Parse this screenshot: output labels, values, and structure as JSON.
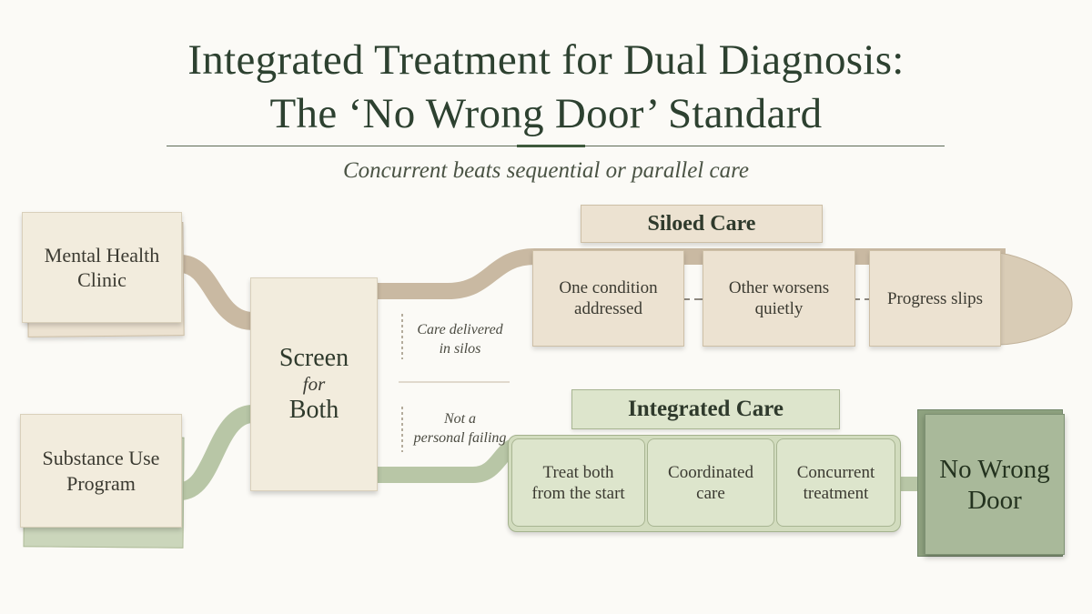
{
  "title": {
    "line1": "Integrated Treatment for Dual Diagnosis:",
    "line2": "The ‘No Wrong Door’ Standard"
  },
  "subtitle": "Concurrent beats sequential or parallel care",
  "entry_points": {
    "mental_health": [
      "Mental Health",
      "Clinic"
    ],
    "substance_use": [
      "Substance Use",
      "Program"
    ]
  },
  "screen": {
    "line1": "Screen",
    "line2": "for",
    "line3": "Both"
  },
  "notes": {
    "silos": [
      "Care delivered",
      "in silos"
    ],
    "failing": [
      "Not a",
      "personal failing"
    ]
  },
  "siloed": {
    "title": "Siloed Care",
    "steps": [
      [
        "One condition",
        "addressed"
      ],
      [
        "Other worsens",
        "quietly"
      ],
      [
        "Progress slips"
      ]
    ]
  },
  "integrated": {
    "title": "Integrated Care",
    "steps": [
      [
        "Treat both",
        "from the start"
      ],
      [
        "Coordinated",
        "care"
      ],
      [
        "Concurrent",
        "treatment"
      ]
    ]
  },
  "outcome": [
    "No Wrong",
    "Door"
  ],
  "colors": {
    "dark_green": "#2d4130",
    "siloed_path": "#c9b9a2",
    "integrated_path": "#b8c6a6",
    "outcome_green": "#a9b99a"
  }
}
